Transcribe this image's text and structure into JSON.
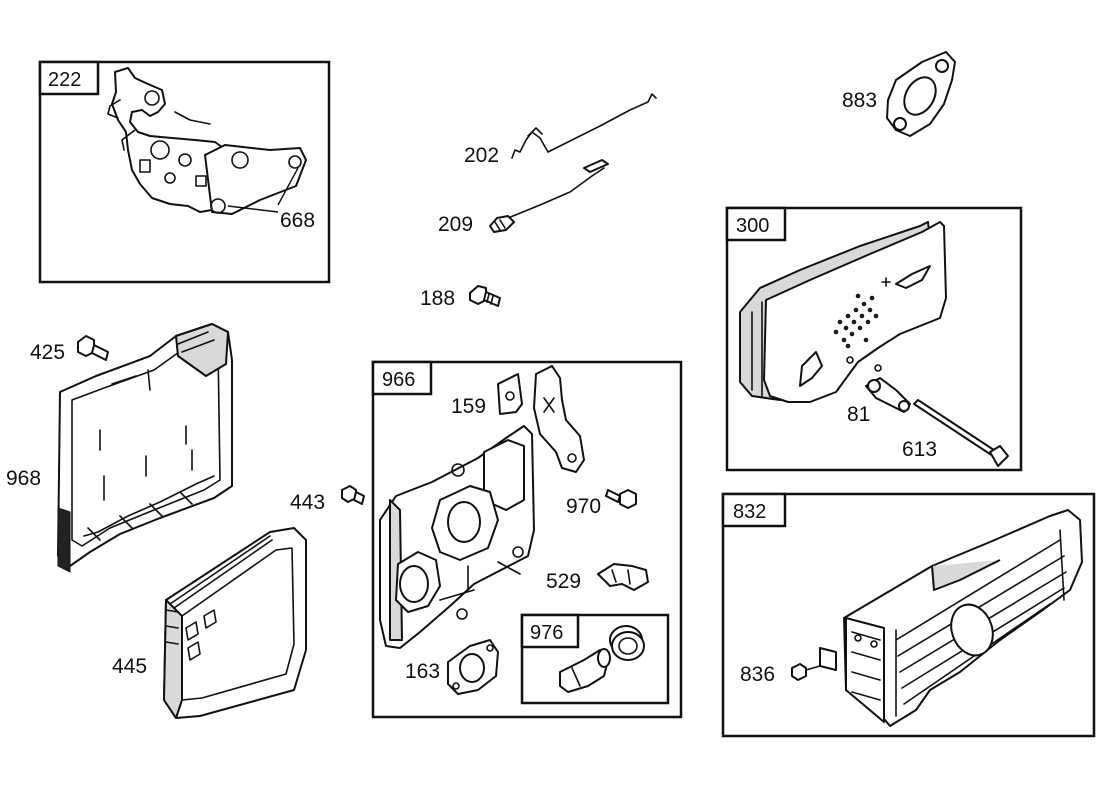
{
  "assemblies": [
    {
      "id": "box-222",
      "number": "222"
    },
    {
      "id": "box-300",
      "number": "300"
    },
    {
      "id": "box-966",
      "number": "966"
    },
    {
      "id": "box-976",
      "number": "976"
    },
    {
      "id": "box-832",
      "number": "832"
    }
  ],
  "parts": {
    "p668": "668",
    "p202": "202",
    "p209": "209",
    "p188": "188",
    "p883": "883",
    "p425": "425",
    "p968": "968",
    "p445": "445",
    "p443": "443",
    "p159": "159",
    "p970": "970",
    "p529": "529",
    "p163": "163",
    "p81": "81",
    "p613": "613",
    "p836": "836"
  }
}
